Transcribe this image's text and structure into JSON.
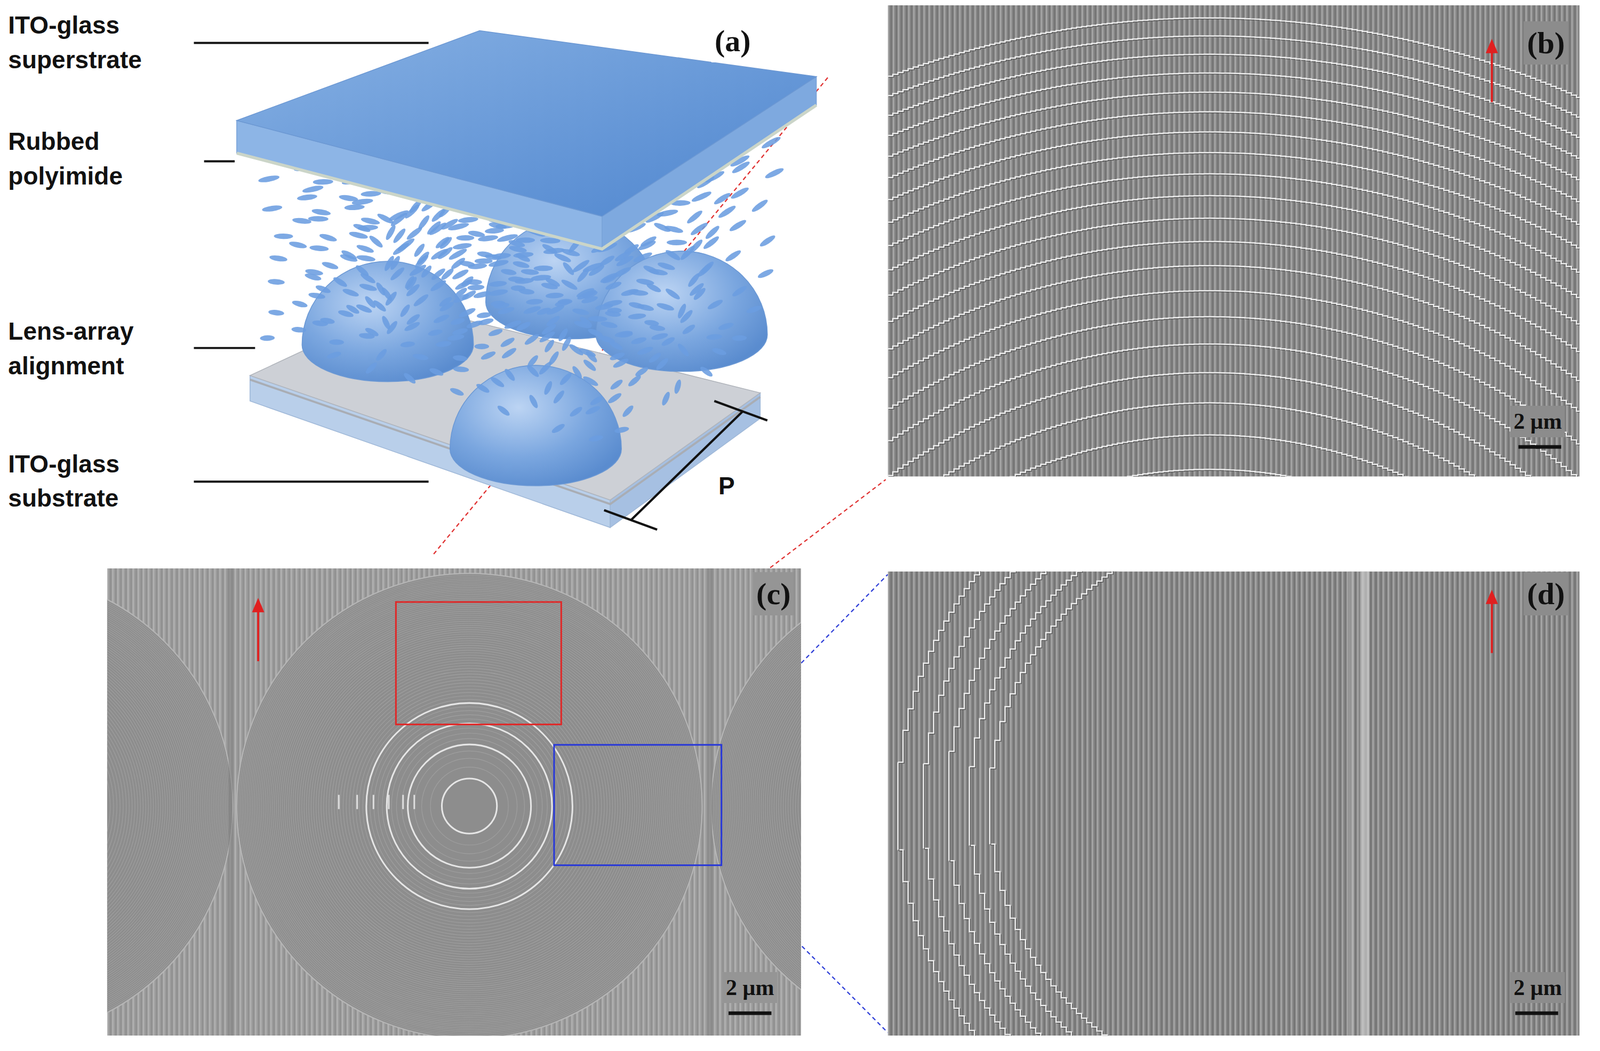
{
  "diagram": {
    "labels": [
      "ITO-glass superstrate",
      "Rubbed polyimide",
      "Lens-array alignment",
      "ITO-glass substrate",
      "P",
      "(a)",
      "(b)",
      "2 μm",
      "(c)",
      "2 μm",
      "(d)",
      "2 μm"
    ]
  }
}
